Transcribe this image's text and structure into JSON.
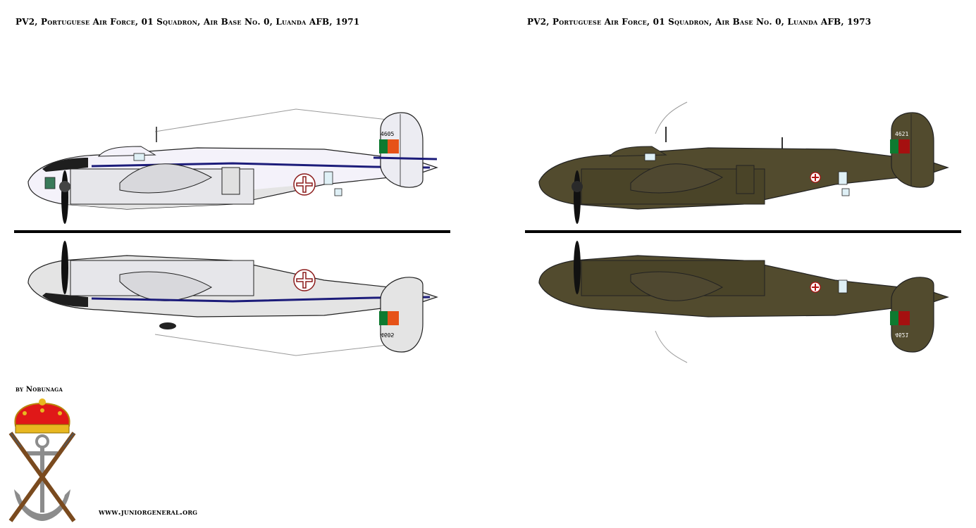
{
  "plates": [
    {
      "caption": "PV2, Portuguese Air Force, 01 Squadron, Air Base No. 0, Luanda AFB, 1971",
      "serial": "4605",
      "serial_underside": "4605",
      "scheme": "white / light grey",
      "colors": {
        "upper_body": "#f4f2fa",
        "lower_body": "#e4e4e4",
        "cheat_line": "#1c1c7a",
        "nose_panel": "#1e1e1e",
        "tail_upper": "#ececf2",
        "tail_lower": "#e4e4e4",
        "roundel": "#8b1a1a"
      }
    },
    {
      "caption": "PV2, Portuguese Air Force, 01 Squadron, Air Base No. 0, Luanda AFB, 1973",
      "serial": "4621",
      "serial_underside": "4621",
      "scheme": "olive drab",
      "colors": {
        "upper_body": "#524b2e",
        "lower_body": "#524b2e",
        "cheat_line": "#3a3520",
        "nose_panel": "#3a3520",
        "tail_upper": "#524b2e",
        "tail_lower": "#524b2e",
        "roundel": "#b31515"
      }
    }
  ],
  "flag_colors": {
    "green": "#0e7a30",
    "red": "#e65218",
    "red_dark": "#a51010"
  },
  "credit": "by Nobunaga",
  "website": "www.juniorgeneral.org",
  "emblem": {
    "name": "portuguese-army-crest",
    "colors": {
      "crown_gold": "#e8b820",
      "crown_red": "#e01818",
      "anchor": "#8c8c8c",
      "rifles": "#7a4a1e"
    }
  }
}
